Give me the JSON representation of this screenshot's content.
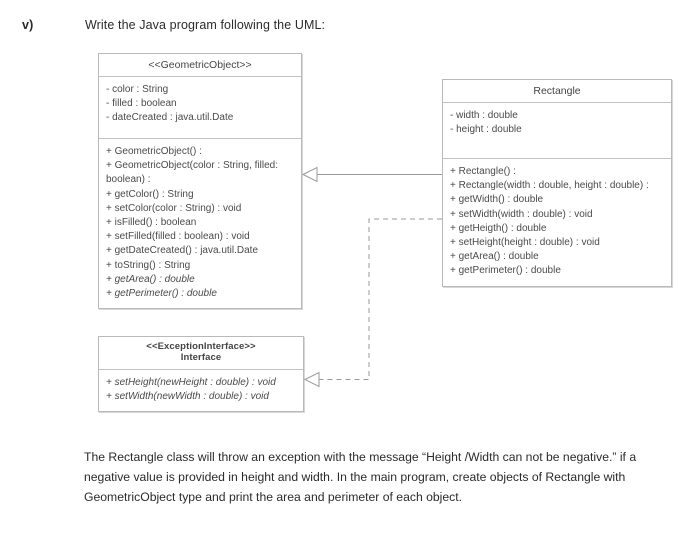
{
  "question": {
    "label": "v)",
    "heading": "Write the Java program following the UML:"
  },
  "diagram": {
    "classes": {
      "geometric_object": {
        "name": "<<GeometricObject>>",
        "attributes": [
          "- color : String",
          "- filled : boolean",
          "- dateCreated : java.util.Date"
        ],
        "methods": [
          {
            "text": "+ GeometricObject() :",
            "italic": false
          },
          {
            "text": "+ GeometricObject(color : String, filled: boolean) :",
            "italic": false,
            "wrap": true
          },
          {
            "text": "+ getColor() : String",
            "italic": false
          },
          {
            "text": "+ setColor(color : String) : void",
            "italic": false
          },
          {
            "text": "+ isFilled() : boolean",
            "italic": false
          },
          {
            "text": "+ setFilled(filled : boolean) : void",
            "italic": false
          },
          {
            "text": "+ getDateCreated() : java.util.Date",
            "italic": false
          },
          {
            "text": "+ toString() : String",
            "italic": false
          },
          {
            "text": "+ getArea() : double",
            "italic": true
          },
          {
            "text": "+ getPerimeter() : double",
            "italic": true
          }
        ]
      },
      "rectangle": {
        "name": "Rectangle",
        "attributes": [
          "- width : double",
          "- height : double"
        ],
        "methods": [
          {
            "text": "+ Rectangle() :",
            "italic": false
          },
          {
            "text": "+ Rectangle(width : double, height : double) :",
            "italic": false
          },
          {
            "text": "+ getWidth() : double",
            "italic": false
          },
          {
            "text": "+ setWidth(width : double) : void",
            "italic": false
          },
          {
            "text": "+ getHeigth() : double",
            "italic": false
          },
          {
            "text": "+ setHeight(height : double) : void",
            "italic": false
          },
          {
            "text": "+ getArea() : double",
            "italic": false
          },
          {
            "text": "+ getPerimeter() : double",
            "italic": false
          }
        ]
      },
      "exception_interface": {
        "name": "<<ExceptionInterface>>",
        "stereotype": "Interface",
        "methods": [
          {
            "text": "+ setHeight(newHeight : double) : void",
            "italic": true
          },
          {
            "text": "+ setWidth(newWidth : double) : void",
            "italic": true
          }
        ]
      }
    },
    "relationships": [
      {
        "name": "inheritance",
        "from": "Rectangle",
        "to": "<<GeometricObject>>",
        "style": "solid",
        "arrow": "hollow-triangle"
      },
      {
        "name": "realization",
        "from": "Rectangle",
        "to": "<<ExceptionInterface>>",
        "style": "dashed",
        "arrow": "hollow-triangle"
      }
    ],
    "colors": {
      "box_border": "#b9b9b9",
      "divider": "#c3c3c3",
      "connector": "#9a9a9a",
      "text": "#4a4a4a"
    }
  },
  "description": "The Rectangle class will throw an exception with the message “Height /Width can not be negative.” if a negative value is provided in height and width. In the main program, create objects of Rectangle with GeometricObject type and print the area and perimeter of each object."
}
